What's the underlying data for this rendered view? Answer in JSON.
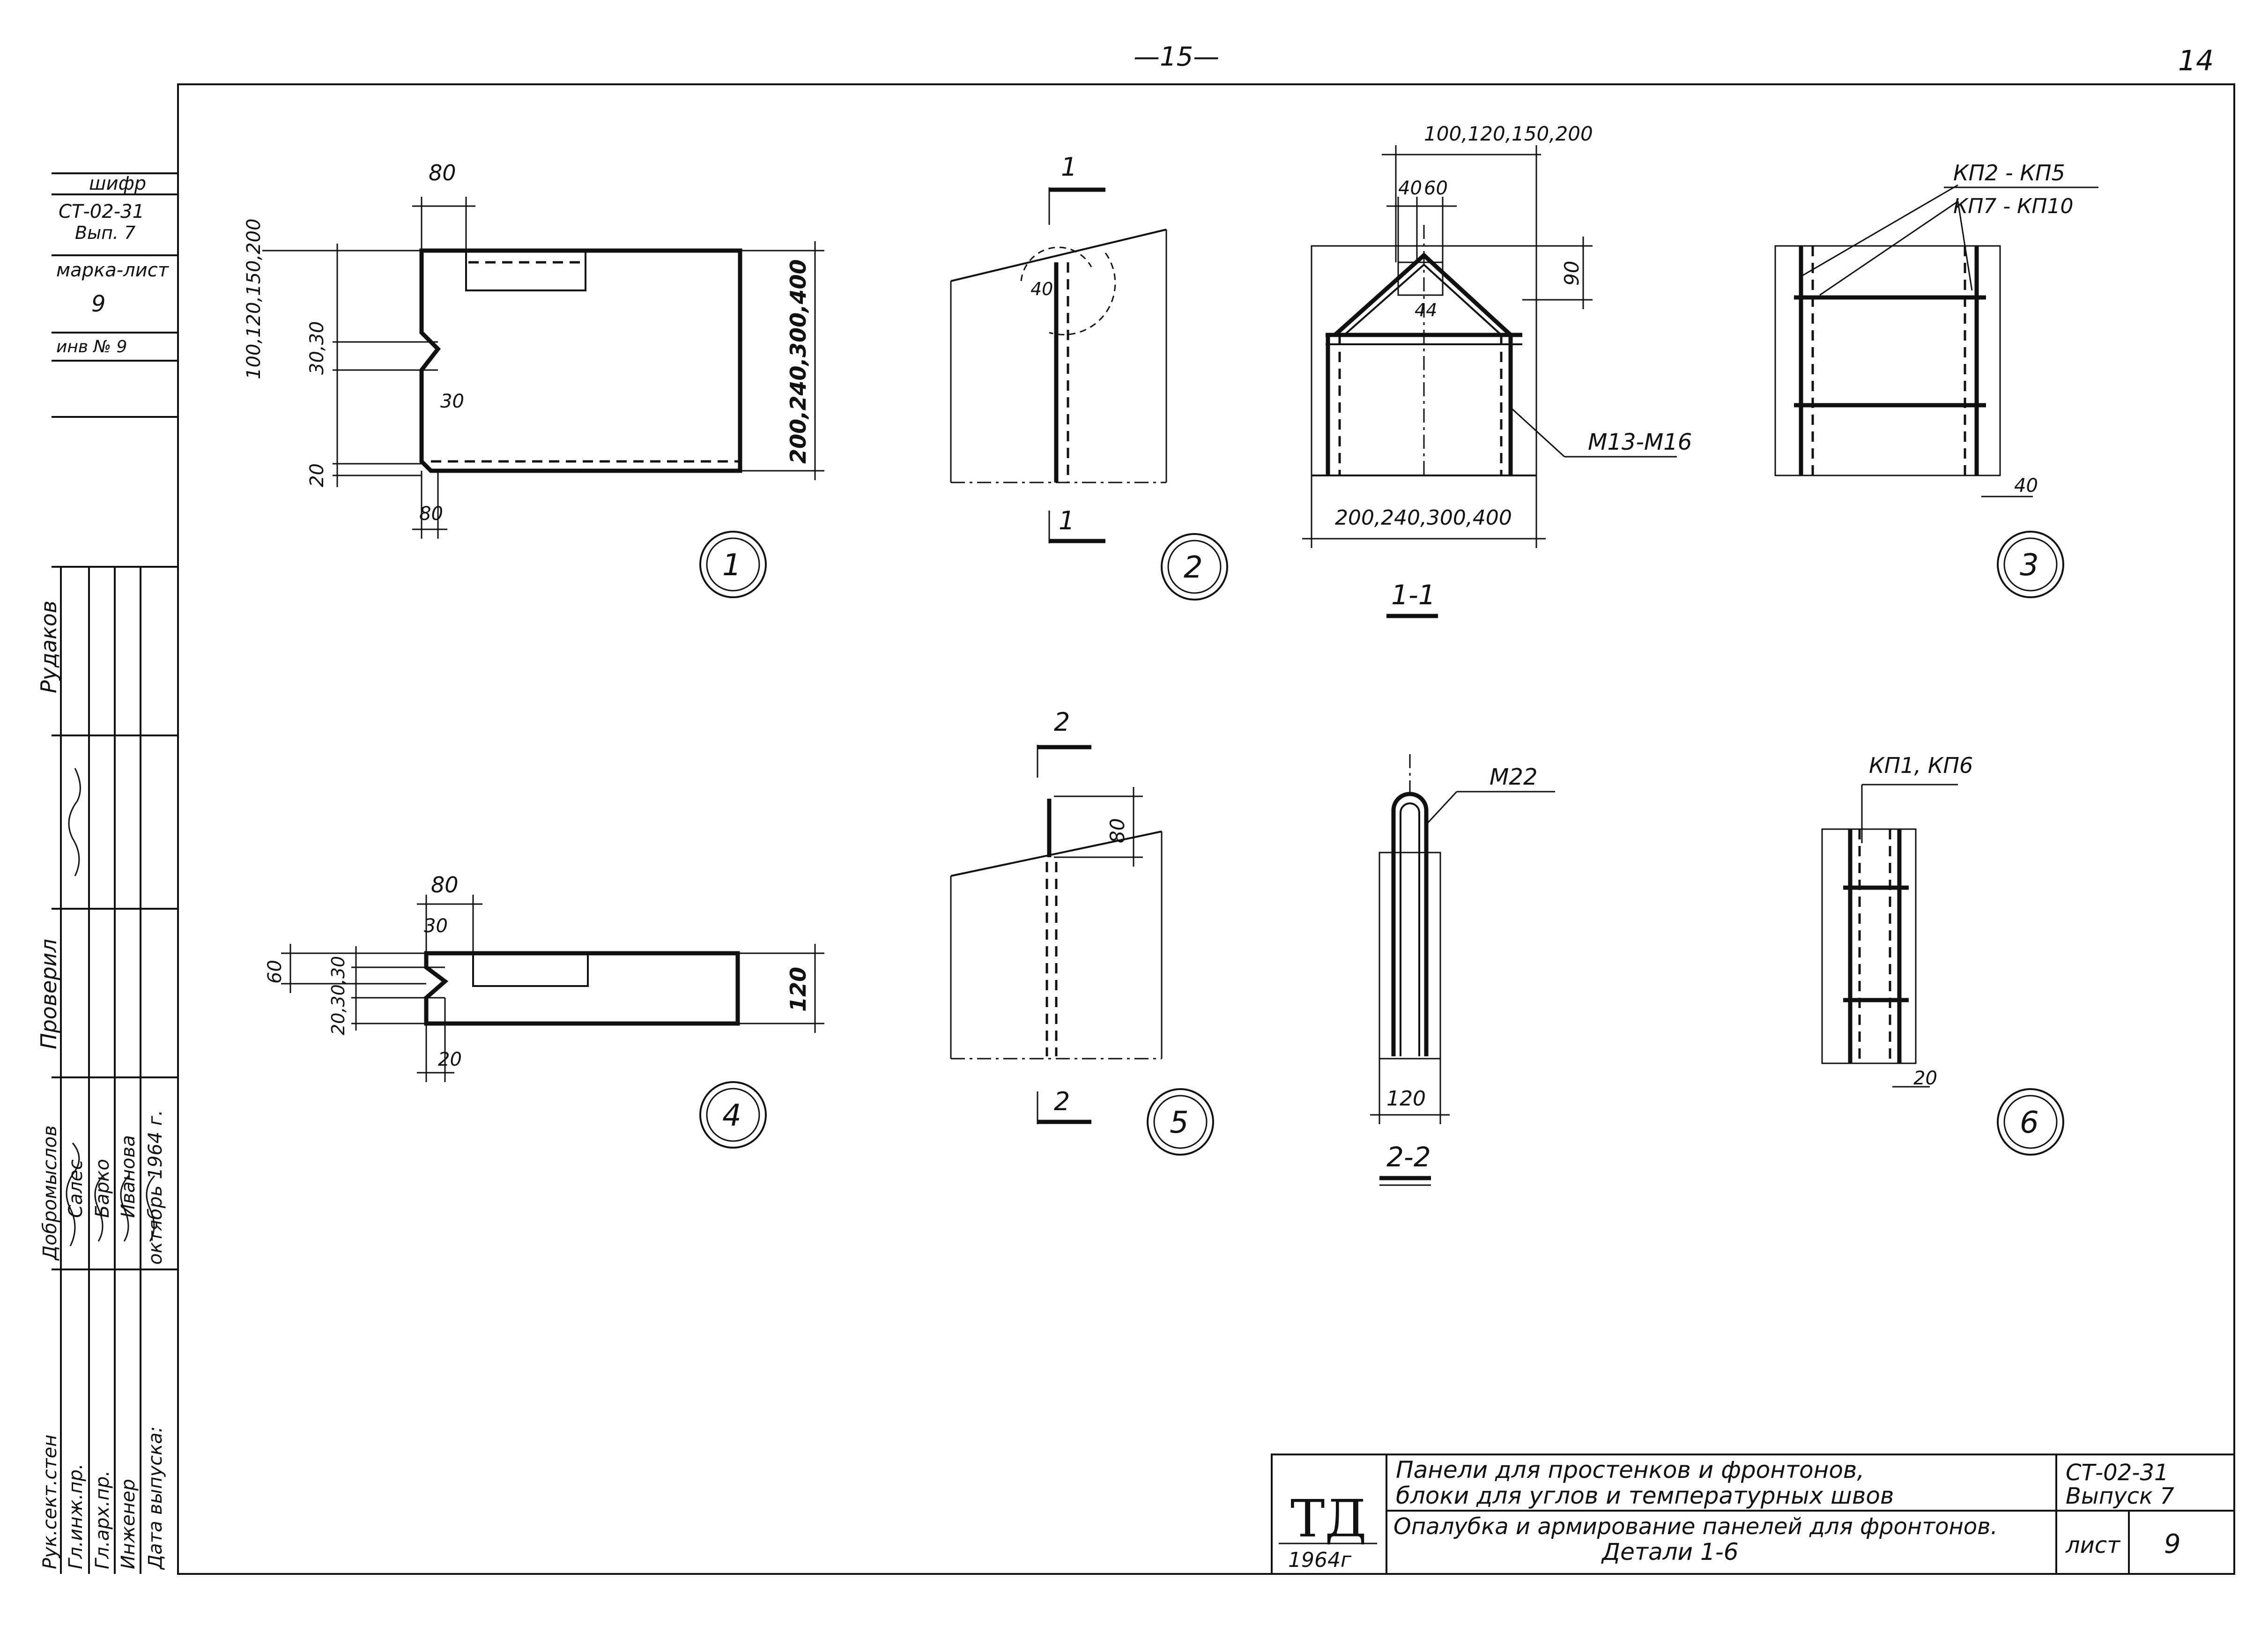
{
  "page": {
    "top_number": "—15—",
    "corner_number": "14"
  },
  "stamp_left": {
    "code_label": "шифр",
    "code_value": "СТ-02-31",
    "code_issue": "Вып. 7",
    "mark_label": "марка-лист",
    "mark_value": "9",
    "inv_label": "инв № 9"
  },
  "signatures": {
    "roles": [
      "Рук.сект.стен",
      "Гл.инж.пр.",
      "Гл.арх.пр.",
      "Инженер",
      "Дата выпуска:"
    ],
    "names": [
      "Добромыслов",
      "Салес",
      "Барко",
      "Иванова",
      "октябрь 1964 г."
    ],
    "checked": "Проверил",
    "author": "Рудаков"
  },
  "details": [
    {
      "id": "1",
      "dims": [
        "80",
        "100,120,150,200",
        "30,30",
        "30",
        "20",
        "80",
        "200,240,300,400"
      ]
    },
    {
      "id": "2",
      "dims": [
        "1",
        "1",
        "40"
      ],
      "section_mark": "1"
    },
    {
      "id": "1-1",
      "section_title": "1-1",
      "dims": [
        "100,120,150,200",
        "40",
        "60",
        "44",
        "90",
        "200,240,300,400"
      ],
      "callout": "М13-М16"
    },
    {
      "id": "3",
      "callouts": [
        "КП2 - КП5",
        "КП7 - КП10"
      ],
      "dims": [
        "40"
      ]
    },
    {
      "id": "4",
      "dims": [
        "80",
        "30",
        "60",
        "20,30,30",
        "20",
        "120"
      ]
    },
    {
      "id": "5",
      "dims": [
        "80"
      ],
      "section_mark": "2"
    },
    {
      "id": "2-2",
      "section_title": "2-2",
      "callout": "М22",
      "dims": [
        "120"
      ]
    },
    {
      "id": "6",
      "callout": "КП1, КП6",
      "dims": [
        "20"
      ]
    }
  ],
  "title_block": {
    "logo": "ТД",
    "logo_year": "1964г",
    "title_line1": "Панели для простенков и фронтонов,",
    "title_line2": "блоки для углов и температурных швов",
    "subtitle_line1": "Опалубка и армирование панелей для фронтонов.",
    "subtitle_line2": "Детали 1-6",
    "series": "СТ-02-31",
    "issue": "Выпуск 7",
    "sheet_label": "лист",
    "sheet_number": "9"
  }
}
